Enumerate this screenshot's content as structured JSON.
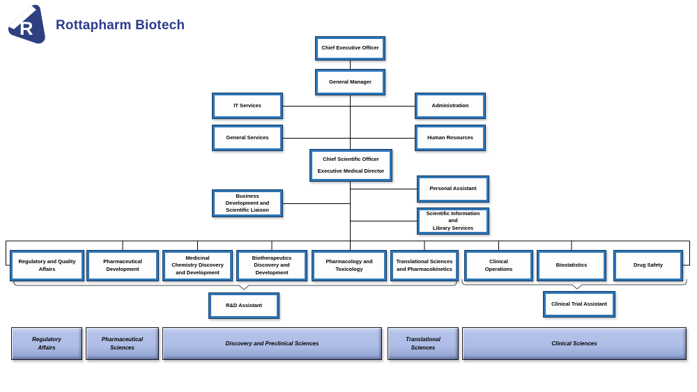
{
  "brand": {
    "title": "Rottapharm Biotech",
    "logo_letter": "R"
  },
  "org": {
    "ceo": "Chief Executive Officer",
    "general_manager": "General Manager",
    "it_services": "IT Services",
    "administration": "Administration",
    "general_services": "General Services",
    "human_resources": "Human Resources",
    "cso_line1": "Chief Scientific Officer",
    "cso_line2": "Executive Medical Director",
    "business_development": "Business\nDevelopment and\nScientific Liaison",
    "personal_assistant": "Personal Assistant",
    "scientific_information": "Scientific Information\nand\nLibrary Services",
    "departments": [
      "Regulatory and Quality\nAffairs",
      "Pharmaceutical\nDevelopment",
      "Medicinal\nChemistry Discovery\nand Development",
      "Biotherapeutics\nDiscovery and\nDevelopment",
      "Pharmacology and\nToxicology",
      "Translational Sciences\nand Pharmacokinetics",
      "Clinical\nOperations",
      "Biostatistics",
      "Drug Safety"
    ],
    "rd_assistant": "R&D Assistant",
    "clinical_trial_assistant": "Clinical Trial Assistant",
    "bands": [
      "Regulatory\nAffairs",
      "Pharmaceutical\nSciences",
      "Discovery and Preclinical Sciences",
      "Translational\nSciences",
      "Clinical Sciences"
    ]
  },
  "colors": {
    "brand_blue": "#2d3a8c",
    "logo_fill": "#2f4080",
    "box_outer_border": "#14375f",
    "box_inner_border": "#2e75b6",
    "band_fill": "#aebde6",
    "connector": "#000000"
  }
}
